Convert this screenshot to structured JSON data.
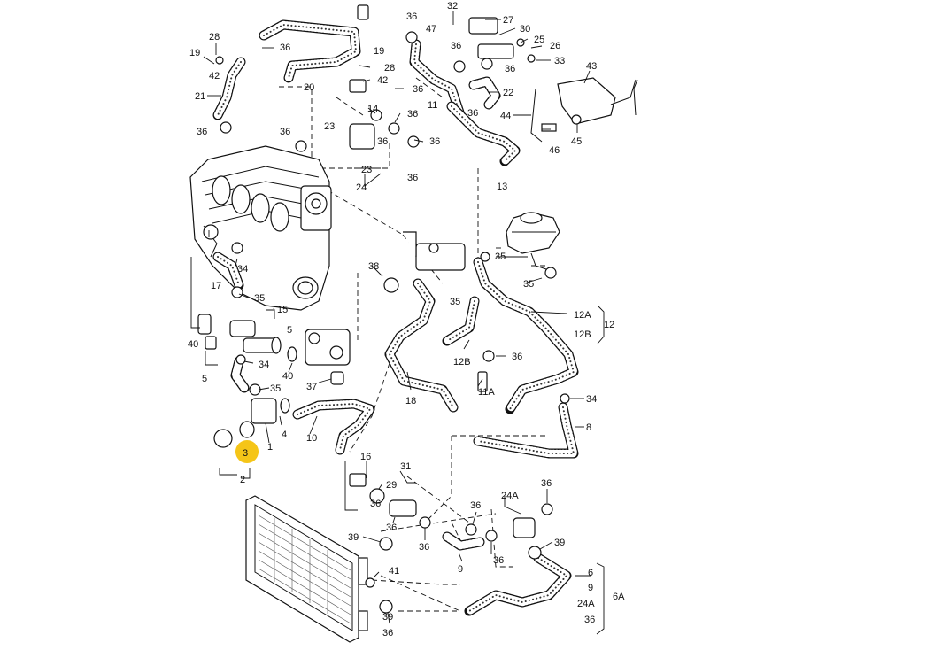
{
  "diagram": {
    "highlight_color": "#f5c518",
    "labels": [
      {
        "id": "lbl-32",
        "text": "32"
      },
      {
        "id": "lbl-27",
        "text": "27"
      },
      {
        "id": "lbl-36-a",
        "text": "36"
      },
      {
        "id": "lbl-47",
        "text": "47"
      },
      {
        "id": "lbl-30",
        "text": "30"
      },
      {
        "id": "lbl-36-b",
        "text": "36"
      },
      {
        "id": "lbl-25",
        "text": "25"
      },
      {
        "id": "lbl-26",
        "text": "26"
      },
      {
        "id": "lbl-36-c",
        "text": "36"
      },
      {
        "id": "lbl-33",
        "text": "33"
      },
      {
        "id": "lbl-43",
        "text": "43"
      },
      {
        "id": "lbl-22",
        "text": "22"
      },
      {
        "id": "lbl-36-d",
        "text": "36"
      },
      {
        "id": "lbl-11",
        "text": "11"
      },
      {
        "id": "lbl-44",
        "text": "44"
      },
      {
        "id": "lbl-45",
        "text": "45"
      },
      {
        "id": "lbl-46",
        "text": "46"
      },
      {
        "id": "lbl-13",
        "text": "13"
      },
      {
        "id": "lbl-28-a",
        "text": "28"
      },
      {
        "id": "lbl-19-a",
        "text": "19"
      },
      {
        "id": "lbl-42-a",
        "text": "42"
      },
      {
        "id": "lbl-21",
        "text": "21"
      },
      {
        "id": "lbl-36-e",
        "text": "36"
      },
      {
        "id": "lbl-36-f",
        "text": "36"
      },
      {
        "id": "lbl-20",
        "text": "20"
      },
      {
        "id": "lbl-19-b",
        "text": "19"
      },
      {
        "id": "lbl-28-b",
        "text": "28"
      },
      {
        "id": "lbl-42-b",
        "text": "42"
      },
      {
        "id": "lbl-36-g",
        "text": "36"
      },
      {
        "id": "lbl-23-a",
        "text": "23"
      },
      {
        "id": "lbl-14",
        "text": "14"
      },
      {
        "id": "lbl-36-h",
        "text": "36"
      },
      {
        "id": "lbl-36-i",
        "text": "36"
      },
      {
        "id": "lbl-36-j",
        "text": "36"
      },
      {
        "id": "lbl-36-k",
        "text": "36"
      },
      {
        "id": "lbl-23-b",
        "text": "23"
      },
      {
        "id": "lbl-24",
        "text": "24"
      },
      {
        "id": "lbl-36-l",
        "text": "36"
      },
      {
        "id": "lbl-35-a",
        "text": "35"
      },
      {
        "id": "lbl-35-b",
        "text": "35"
      },
      {
        "id": "lbl-34-a",
        "text": "34"
      },
      {
        "id": "lbl-17",
        "text": "17"
      },
      {
        "id": "lbl-35-c",
        "text": "35"
      },
      {
        "id": "lbl-38",
        "text": "38"
      },
      {
        "id": "lbl-35-d",
        "text": "35"
      },
      {
        "id": "lbl-12A",
        "text": "12A"
      },
      {
        "id": "lbl-12",
        "text": "12"
      },
      {
        "id": "lbl-12B",
        "text": "12B"
      },
      {
        "id": "lbl-15",
        "text": "15"
      },
      {
        "id": "lbl-5-a",
        "text": "5"
      },
      {
        "id": "lbl-40-a",
        "text": "40"
      },
      {
        "id": "lbl-34-b",
        "text": "34"
      },
      {
        "id": "lbl-40-b",
        "text": "40"
      },
      {
        "id": "lbl-37",
        "text": "37"
      },
      {
        "id": "lbl-12B-b",
        "text": "12B"
      },
      {
        "id": "lbl-36-m",
        "text": "36"
      },
      {
        "id": "lbl-11A",
        "text": "11A"
      },
      {
        "id": "lbl-5-b",
        "text": "5"
      },
      {
        "id": "lbl-35-e",
        "text": "35"
      },
      {
        "id": "lbl-18",
        "text": "18"
      },
      {
        "id": "lbl-34-c",
        "text": "34"
      },
      {
        "id": "lbl-8",
        "text": "8"
      },
      {
        "id": "lbl-4",
        "text": "4"
      },
      {
        "id": "lbl-1",
        "text": "1"
      },
      {
        "id": "lbl-10",
        "text": "10"
      },
      {
        "id": "lbl-3",
        "text": "3"
      },
      {
        "id": "lbl-2",
        "text": "2"
      },
      {
        "id": "lbl-16",
        "text": "16"
      },
      {
        "id": "lbl-31",
        "text": "31"
      },
      {
        "id": "lbl-29",
        "text": "29"
      },
      {
        "id": "lbl-24A",
        "text": "24A"
      },
      {
        "id": "lbl-36-n",
        "text": "36"
      },
      {
        "id": "lbl-36-o",
        "text": "36"
      },
      {
        "id": "lbl-36-p",
        "text": "36"
      },
      {
        "id": "lbl-36-q",
        "text": "36"
      },
      {
        "id": "lbl-39-a",
        "text": "39"
      },
      {
        "id": "lbl-36-r",
        "text": "36"
      },
      {
        "id": "lbl-36-s",
        "text": "36"
      },
      {
        "id": "lbl-39-b",
        "text": "39"
      },
      {
        "id": "lbl-41",
        "text": "41"
      },
      {
        "id": "lbl-9",
        "text": "9"
      },
      {
        "id": "lbl-36-t",
        "text": "36"
      },
      {
        "id": "lbl-39-c",
        "text": "39"
      },
      {
        "id": "lbl-6",
        "text": "6"
      },
      {
        "id": "lbl-9-b",
        "text": "9"
      },
      {
        "id": "lbl-24A-b",
        "text": "24A"
      },
      {
        "id": "lbl-36-u",
        "text": "36"
      },
      {
        "id": "lbl-6A",
        "text": "6A"
      }
    ]
  }
}
